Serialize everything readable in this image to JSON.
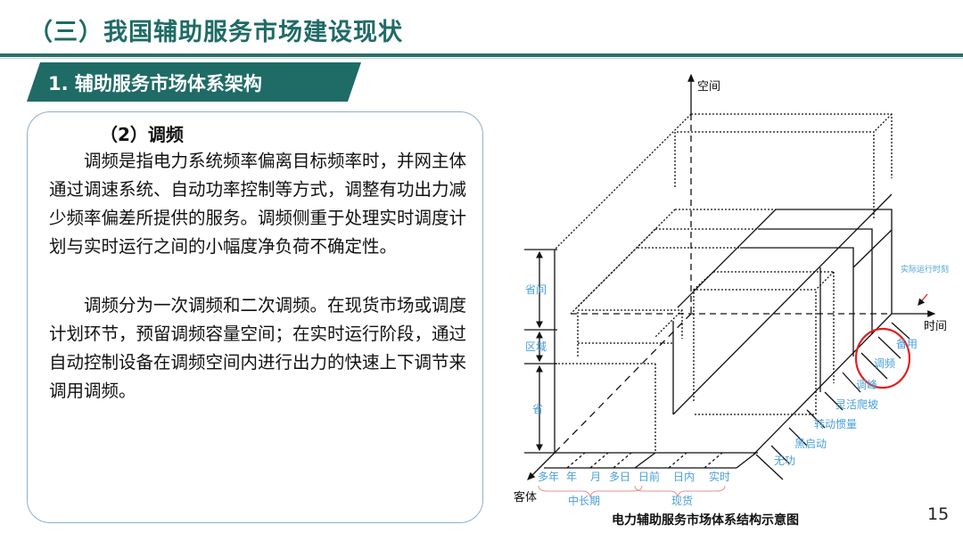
{
  "header": {
    "title": "（三）我国辅助服务市场建设现状",
    "section": "1. 辅助服务市场体系架构"
  },
  "content": {
    "subtitle": "（2）调频",
    "paragraphs": [
      "调频是指电力系统频率偏离目标频率时，并网主体通过调速系统、自动功率控制等方式，调整有功出力减少频率偏差所提供的服务。调频侧重于处理实时调度计划与实时运行之间的小幅度净负荷不确定性。",
      "调频分为一次调频和二次调频。在现货市场或调度计划环节，预留调频容量空间；在实时运行阶段，通过自动控制设备在调频空间内进行出力的快速上下调节来调用调频。"
    ]
  },
  "diagram": {
    "axes": {
      "space": "空间",
      "time": "时间",
      "subject": "客体"
    },
    "space_levels": [
      "省间",
      "区域",
      "省"
    ],
    "time_periods": [
      "多年",
      "年",
      "月",
      "多日",
      "日前",
      "日内",
      "实时"
    ],
    "time_groups": [
      "中长期",
      "现货"
    ],
    "services": [
      "无功",
      "黑启动",
      "转动惯量",
      "灵活爬坡",
      "调峰",
      "调频",
      "备用"
    ],
    "actual_time_label": "实际运行时刻",
    "highlight": "调频",
    "highlight_color": "#e02020",
    "label_color": "#4a9fd8",
    "caption": "电力辅助服务市场体系结构示意图"
  },
  "page_number": "15",
  "colors": {
    "brand": "#1f6b66"
  }
}
